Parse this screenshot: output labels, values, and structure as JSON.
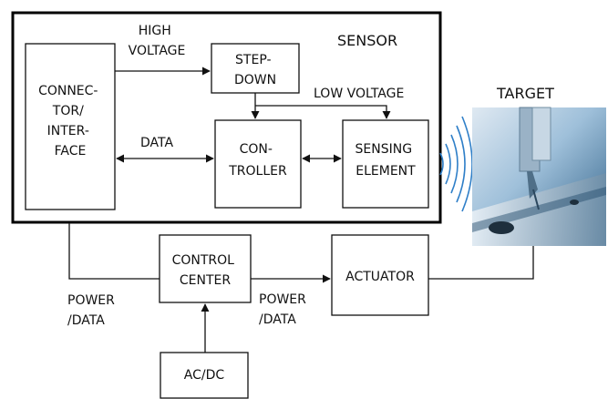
{
  "sensor_title": "SENSOR",
  "target_title": "TARGET",
  "blocks": {
    "connector": [
      "CONNEC-",
      "TOR/",
      "INTER-",
      "FACE"
    ],
    "stepdown": [
      "STEP-",
      "DOWN"
    ],
    "controller": [
      "CON-",
      "TROLLER"
    ],
    "sensing": [
      "SENSING",
      "ELEMENT"
    ],
    "control_center": [
      "CONTROL",
      "CENTER"
    ],
    "actuator": [
      "ACTUATOR"
    ],
    "acdc": [
      "AC/DC"
    ]
  },
  "labels": {
    "high_voltage": [
      "HIGH",
      "VOLTAGE"
    ],
    "low_voltage": [
      "LOW VOLTAGE"
    ],
    "data": [
      "DATA"
    ],
    "power_data_left": [
      "POWER",
      "/DATA"
    ],
    "power_data_mid": [
      "POWER",
      "/DATA"
    ]
  },
  "colors": {
    "wave": "#2f7fc8",
    "photo_bg": "#8fb3cf"
  }
}
